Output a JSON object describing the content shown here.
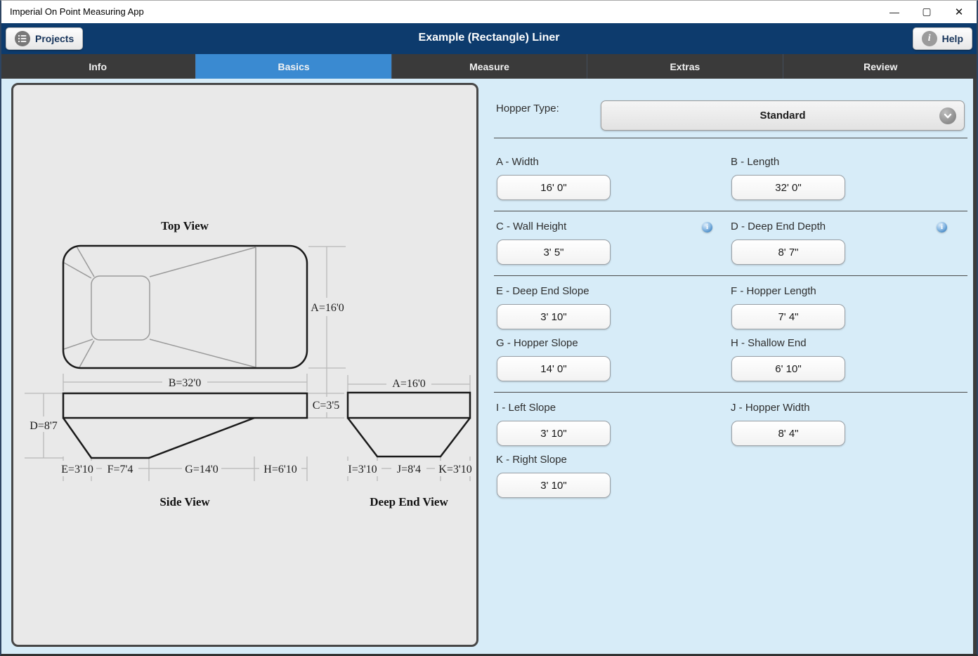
{
  "window": {
    "title": "Imperial On Point Measuring App",
    "controls": {
      "minimize": "—",
      "maximize": "▢",
      "close": "✕"
    }
  },
  "header": {
    "projects_label": "Projects",
    "title": "Example (Rectangle) Liner",
    "help_label": "Help",
    "help_glyph": "i"
  },
  "tabs": [
    {
      "label": "Info",
      "active": false
    },
    {
      "label": "Basics",
      "active": true
    },
    {
      "label": "Measure",
      "active": false
    },
    {
      "label": "Extras",
      "active": false
    },
    {
      "label": "Review",
      "active": false
    }
  ],
  "diagram": {
    "top_view_title": "Top View",
    "side_view_title": "Side View",
    "deep_end_view_title": "Deep End View",
    "dims": {
      "A_top": "A=16'0",
      "B": "B=32'0",
      "C": "C=3'5",
      "D": "D=8'7",
      "E": "E=3'10",
      "F": "F=7'4",
      "G": "G=14'0",
      "H": "H=6'10",
      "A_deep": "A=16'0",
      "I": "I=3'10",
      "J": "J=8'4",
      "K": "K=3'10"
    }
  },
  "form": {
    "hopper_type_label": "Hopper Type:",
    "hopper_type_value": "Standard",
    "info_glyph": "i",
    "fields": [
      {
        "id": "A",
        "label": "A - Width",
        "value": "16' 0\""
      },
      {
        "id": "B",
        "label": "B - Length",
        "value": "32' 0\""
      },
      {
        "id": "C",
        "label": "C - Wall Height",
        "value": "3' 5\""
      },
      {
        "id": "D",
        "label": "D - Deep End Depth",
        "value": "8' 7\""
      },
      {
        "id": "E",
        "label": "E - Deep End Slope",
        "value": "3' 10\""
      },
      {
        "id": "F",
        "label": "F - Hopper Length",
        "value": "7' 4\""
      },
      {
        "id": "G",
        "label": "G - Hopper Slope",
        "value": "14' 0\""
      },
      {
        "id": "H",
        "label": "H - Shallow End",
        "value": "6' 10\""
      },
      {
        "id": "I",
        "label": "I - Left Slope",
        "value": "3' 10\""
      },
      {
        "id": "J",
        "label": "J - Hopper Width",
        "value": "8' 4\""
      },
      {
        "id": "K",
        "label": "K - Right Slope",
        "value": "3' 10\""
      }
    ]
  },
  "colors": {
    "header_navy": "#0d3b6d",
    "active_tab_blue": "#3a8ad1",
    "panel_blue": "#d7ecf8",
    "diagram_gray": "#e9e9e9"
  }
}
